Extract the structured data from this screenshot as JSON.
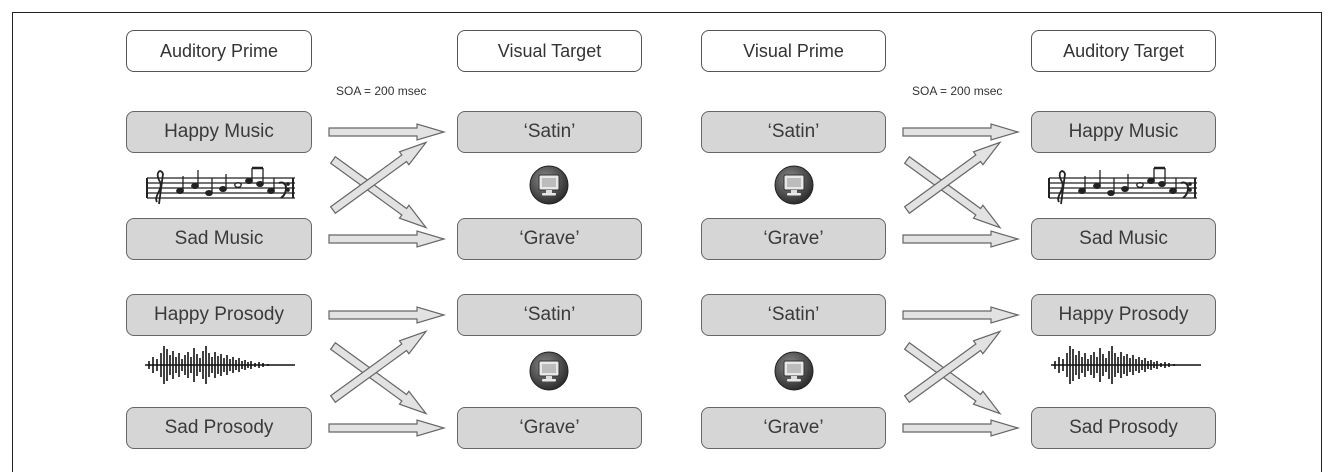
{
  "left_panel": {
    "prime_header": "Auditory Prime",
    "target_header": "Visual Target",
    "soa": "SOA = 200 msec",
    "music": {
      "prime_top": "Happy Music",
      "prime_bottom": "Sad Music",
      "target_top": "‘Satin’",
      "target_bottom": "‘Grave’",
      "icon_prime": "music-staff-icon",
      "icon_target": "computer-monitor-icon"
    },
    "prosody": {
      "prime_top": "Happy Prosody",
      "prime_bottom": "Sad Prosody",
      "target_top": "‘Satin’",
      "target_bottom": "‘Grave’",
      "icon_prime": "sound-waveform-icon",
      "icon_target": "computer-monitor-icon"
    }
  },
  "right_panel": {
    "prime_header": "Visual Prime",
    "target_header": "Auditory Target",
    "soa": "SOA = 200 msec",
    "music": {
      "prime_top": "‘Satin’",
      "prime_bottom": "‘Grave’",
      "target_top": "Happy Music",
      "target_bottom": "Sad Music",
      "icon_prime": "computer-monitor-icon",
      "icon_target": "music-staff-icon"
    },
    "prosody": {
      "prime_top": "‘Satin’",
      "prime_bottom": "‘Grave’",
      "target_top": "Happy Prosody",
      "target_bottom": "Sad Prosody",
      "icon_prime": "computer-monitor-icon",
      "icon_target": "sound-waveform-icon"
    }
  }
}
